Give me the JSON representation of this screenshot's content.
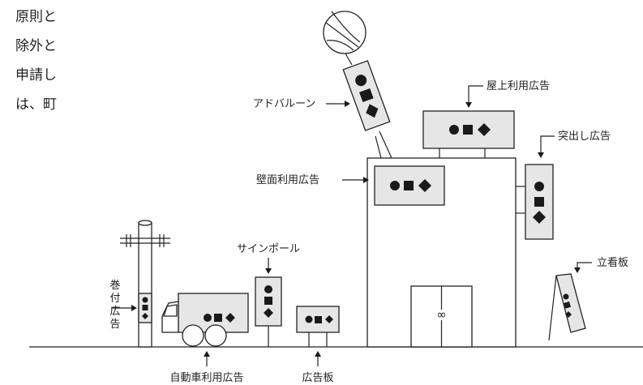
{
  "paragraph_fragments": [
    "原則と",
    "除外と",
    "申請し",
    "は、町"
  ],
  "labels": {
    "adballoon": "アドバルーン",
    "rooftop": "屋上利用広告",
    "projecting": "突出し広告",
    "wall": "壁面利用広告",
    "signpole": "サインポール",
    "standing": "立看板",
    "wrapped": "巻付広告",
    "vehicle": "自動車利用広告",
    "board": "広告板"
  },
  "door_symbol": "∞"
}
